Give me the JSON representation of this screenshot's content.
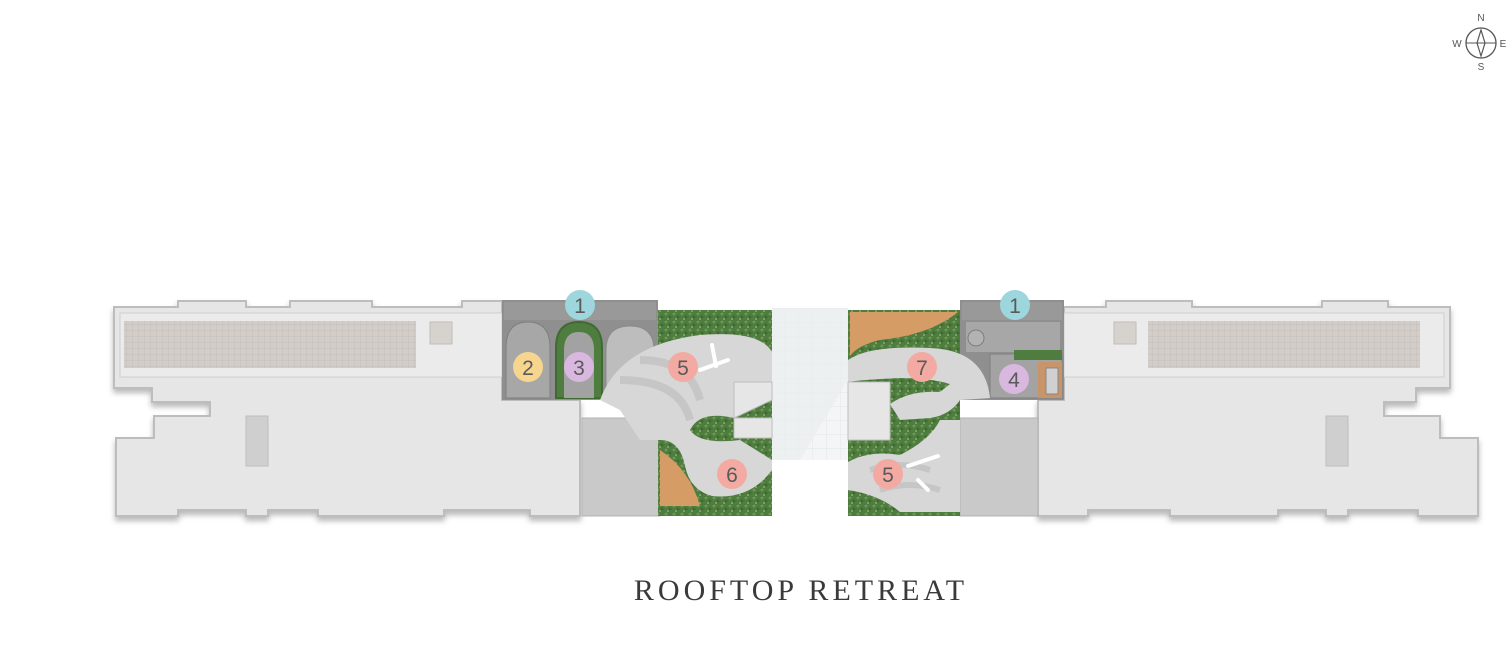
{
  "title": "ROOFTOP RETREAT",
  "compass": {
    "north": "N",
    "south": "S",
    "east": "E",
    "west": "W"
  },
  "markers": [
    {
      "id": "m1a",
      "label": "1",
      "color": "#9ed6dd"
    },
    {
      "id": "m2",
      "label": "2",
      "color": "#f6d58f"
    },
    {
      "id": "m3",
      "label": "3",
      "color": "#d8b8de"
    },
    {
      "id": "m5a",
      "label": "5",
      "color": "#f3aaa3"
    },
    {
      "id": "m6",
      "label": "6",
      "color": "#f3aaa3"
    },
    {
      "id": "m1b",
      "label": "1",
      "color": "#9ed6dd"
    },
    {
      "id": "m7",
      "label": "7",
      "color": "#f3aaa3"
    },
    {
      "id": "m4",
      "label": "4",
      "color": "#d8b8de"
    },
    {
      "id": "m5b",
      "label": "5",
      "color": "#f3aaa3"
    }
  ],
  "colors": {
    "building": "#e6e6e6",
    "building_edge": "#bdbdbd",
    "solar_panel": "#cfcac6",
    "paving": "#ececec",
    "pavilion": "#8f8f8f",
    "lawn": "#5d8a4a",
    "deck": "#d59c66",
    "service_block": "#c9c9c9"
  }
}
